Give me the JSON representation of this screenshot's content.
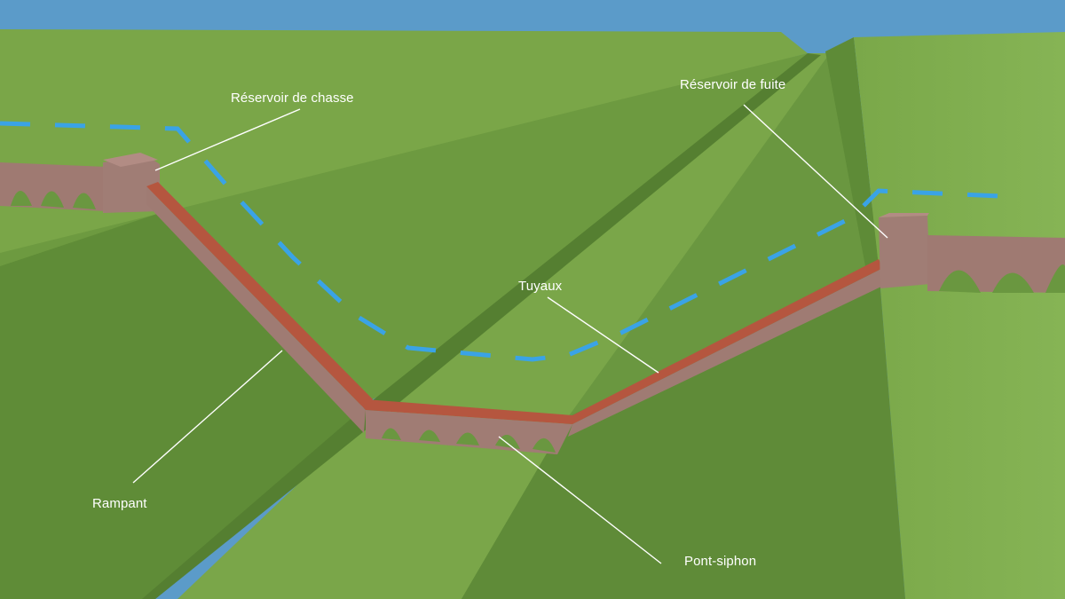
{
  "labels": {
    "flush_reservoir": "Réservoir de chasse",
    "escape_reservoir": "Réservoir de fuite",
    "pipes": "Tuyaux",
    "ramp": "Rampant",
    "siphon_bridge": "Pont-siphon"
  },
  "colors": {
    "sky": "#5b9bc9",
    "grass_light": "#7aa748",
    "grass_dark": "#5e8a37",
    "stone": "#a27c74",
    "pipe": "#b5563f",
    "water_line": "#3aa3e6"
  }
}
